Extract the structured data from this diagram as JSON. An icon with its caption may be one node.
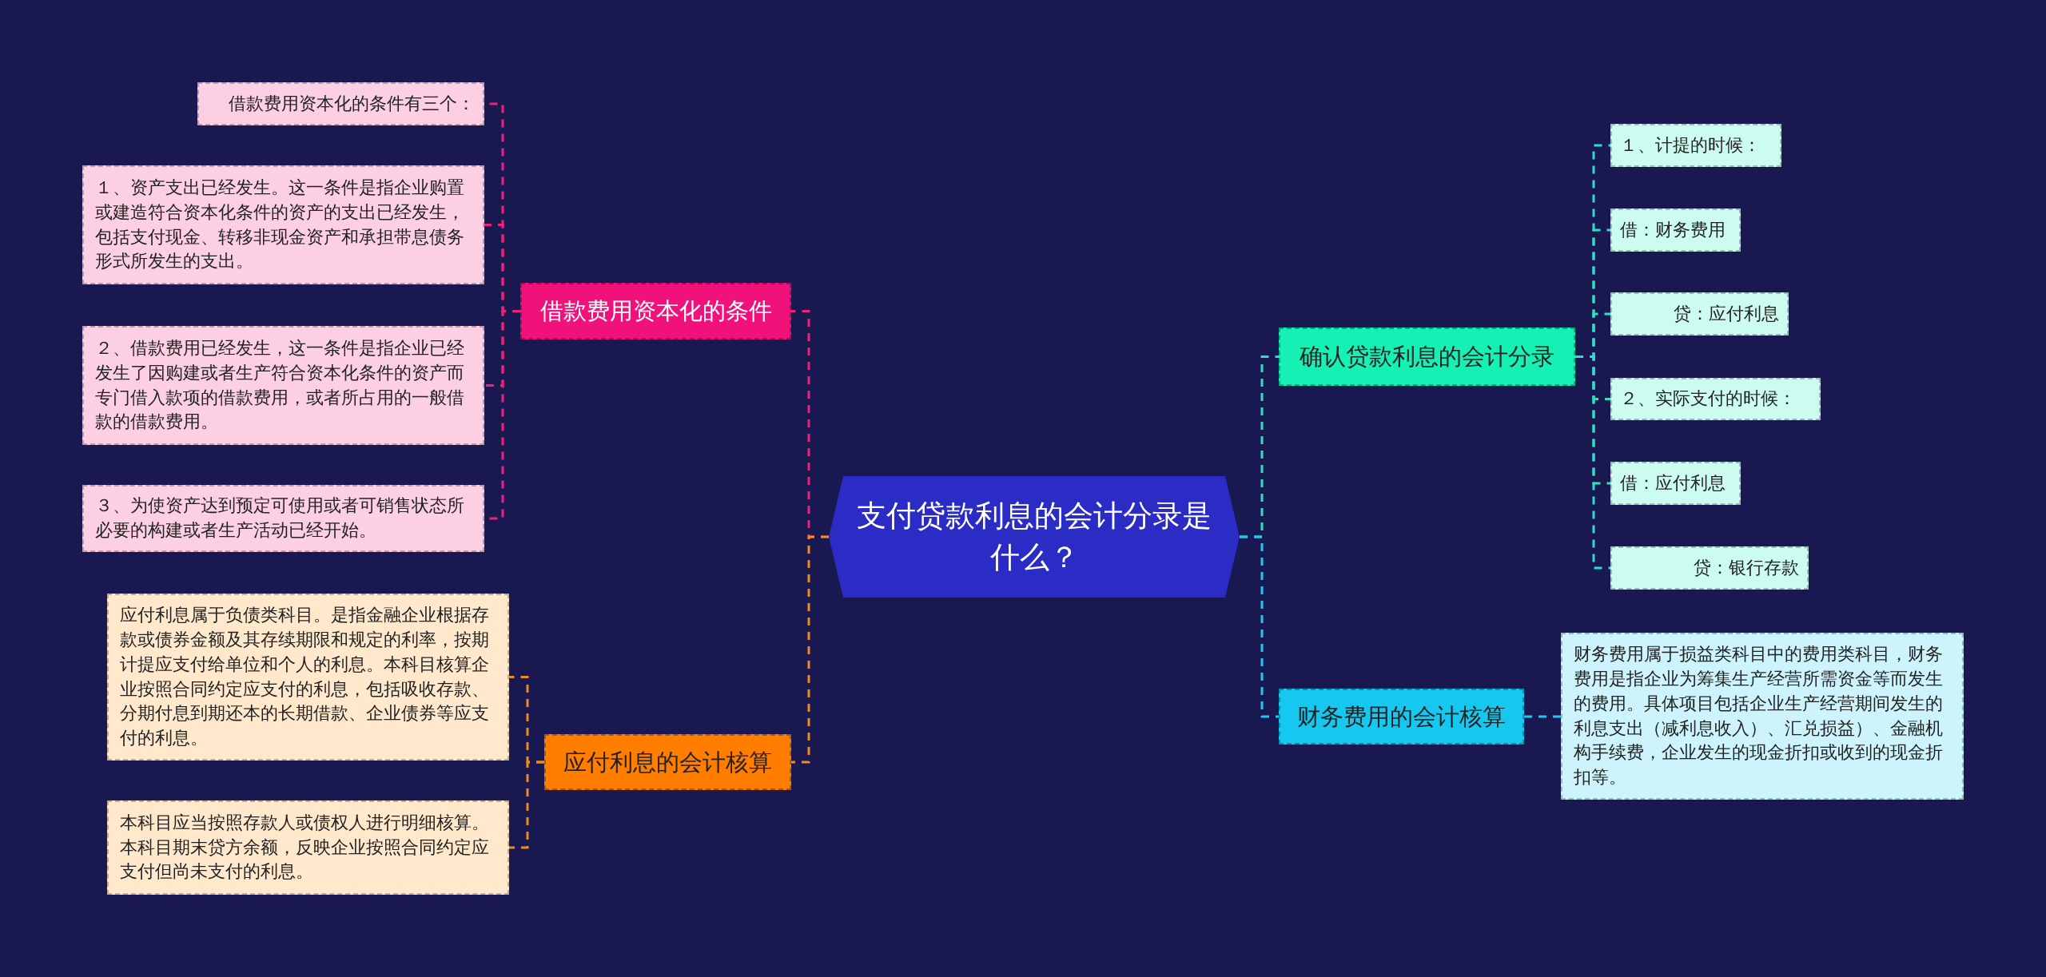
{
  "diagram": {
    "nodes": [
      {
        "text": [
          "支付贷款利息的会计分录是什么？"
        ]
      },
      {
        "text": [
          "借款费用资本化的条件"
        ]
      },
      {
        "text": [
          "借款费用资本化的条件有三个："
        ]
      },
      {
        "text": [
          "１、资产支出已经发生。这一条件是指企业购置或建造符合资本化条件的资产的支出已经发生，包括支付现金、转移非现金资产和承担带息债务形式所发生的支出。"
        ]
      },
      {
        "text": [
          "２、借款费用已经发生，这一条件是指企业已经发生了因购建或者生产符合资本化条件的资产而专门借入款项的借款费用，或者所占用的一般借款的借款费用。"
        ]
      },
      {
        "text": [
          "３、为使资产达到预定可使用或者可销售状态所必要的构建或者生产活动已经开始。"
        ]
      },
      {
        "text": [
          "应付利息的会计核算"
        ]
      },
      {
        "text": [
          "应付利息属于负债类科目。是指金融企业根据存款或债券金额及其存续期限和规定的利率，按期计提应支付给单位和个人的利息。本科目核算企业按照合同约定应支付的利息，包括吸收存款、分期付息到期还本的长期借款、企业债券等应支付的利息。"
        ]
      },
      {
        "text": [
          "本科目应当按照存款人或债权人进行明细核算。本科目期末贷方余额，反映企业按照合同约定应支付但尚未支付的利息。"
        ]
      },
      {
        "text": [
          "确认贷款利息的会计分录"
        ]
      },
      {
        "text": [
          "１、计提的时候："
        ]
      },
      {
        "text": [
          "借：财务费用"
        ]
      },
      {
        "text": [
          "贷：应付利息"
        ]
      },
      {
        "text": [
          "２、实际支付的时候："
        ]
      },
      {
        "text": [
          "借：应付利息"
        ]
      },
      {
        "text": [
          "贷：银行存款"
        ]
      },
      {
        "text": [
          "财务费用的会计核算"
        ]
      },
      {
        "text": [
          "财务费用属于损益类科目中的费用类科目，财务费用是指企业为筹集生产经营所需资金等而发生的费用。具体项目包括企业生产经营期间发生的利息支出（减利息收入）、汇兑损益）、金融机构手续费，企业发生的现金折扣或收到的现金折扣等。"
        ]
      }
    ],
    "edges": [
      {
        "from": 0,
        "to": 1,
        "arrow": "none",
        "style": "dashed",
        "color": "#f0207a"
      },
      {
        "from": 1,
        "to": 2,
        "arrow": "none",
        "style": "dashed",
        "color": "#f0207a"
      },
      {
        "from": 1,
        "to": 3,
        "arrow": "none",
        "style": "dashed",
        "color": "#f0207a"
      },
      {
        "from": 1,
        "to": 4,
        "arrow": "none",
        "style": "dashed",
        "color": "#f0207a"
      },
      {
        "from": 1,
        "to": 5,
        "arrow": "none",
        "style": "dashed",
        "color": "#f0207a"
      },
      {
        "from": 0,
        "to": 6,
        "arrow": "none",
        "style": "dashed",
        "color": "#f08a1e"
      },
      {
        "from": 6,
        "to": 7,
        "arrow": "none",
        "style": "dashed",
        "color": "#f08a1e"
      },
      {
        "from": 6,
        "to": 8,
        "arrow": "none",
        "style": "dashed",
        "color": "#f08a1e"
      },
      {
        "from": 0,
        "to": 9,
        "arrow": "none",
        "style": "dashed",
        "color": "#2ee0c0"
      },
      {
        "from": 9,
        "to": 10,
        "arrow": "none",
        "style": "dashed",
        "color": "#2ee0c0"
      },
      {
        "from": 9,
        "to": 11,
        "arrow": "none",
        "style": "dashed",
        "color": "#2ee0c0"
      },
      {
        "from": 9,
        "to": 12,
        "arrow": "none",
        "style": "dashed",
        "color": "#2ee0c0"
      },
      {
        "from": 9,
        "to": 13,
        "arrow": "none",
        "style": "dashed",
        "color": "#2ee0c0"
      },
      {
        "from": 9,
        "to": 14,
        "arrow": "none",
        "style": "dashed",
        "color": "#2ee0c0"
      },
      {
        "from": 9,
        "to": 15,
        "arrow": "none",
        "style": "dashed",
        "color": "#2ee0c0"
      },
      {
        "from": 0,
        "to": 16,
        "arrow": "none",
        "style": "dashed",
        "color": "#20c8f0"
      },
      {
        "from": 16,
        "to": 17,
        "arrow": "none",
        "style": "dashed",
        "color": "#20c8f0"
      }
    ]
  }
}
